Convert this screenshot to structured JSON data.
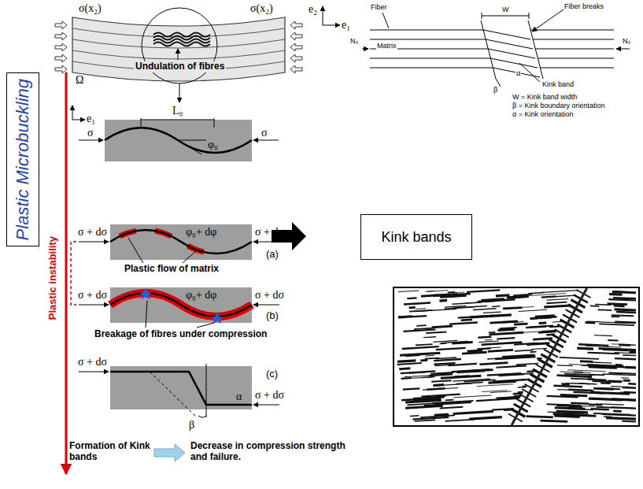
{
  "diagram": {
    "nodes": [
      {
        "text": [
          "Plastic Microbuckling"
        ]
      },
      {
        "text": [
          "Kink bands"
        ]
      }
    ],
    "labels": [
      "σ(x₂)",
      "σ(x₂)",
      "e₂",
      "e₁",
      "Ω",
      "Undulation of fibres",
      "L₀",
      "φ₀",
      "σ",
      "σ",
      "e₁",
      "Plastic instability",
      "σ + dσ",
      "σ + dσ",
      "φ₀+ dφ",
      "(a)",
      "Plastic flow of matrix",
      "σ + dσ",
      "σ + dσ",
      "φ₀+ dφ",
      "(b)",
      "Breakage of fibres under compression",
      "σ + dσ",
      "σ + dσ",
      "β",
      "α",
      "(c)",
      "Formation of Kink bands",
      "Decrease in compression strength and failure.",
      "Fiber",
      "Matrix",
      "W",
      "Fiber breaks",
      "Kink band",
      "α",
      "β",
      "N₀",
      "N₀",
      "W = Kink band width",
      "β = Kink boundary orientation",
      "α = Kink orientation"
    ]
  }
}
